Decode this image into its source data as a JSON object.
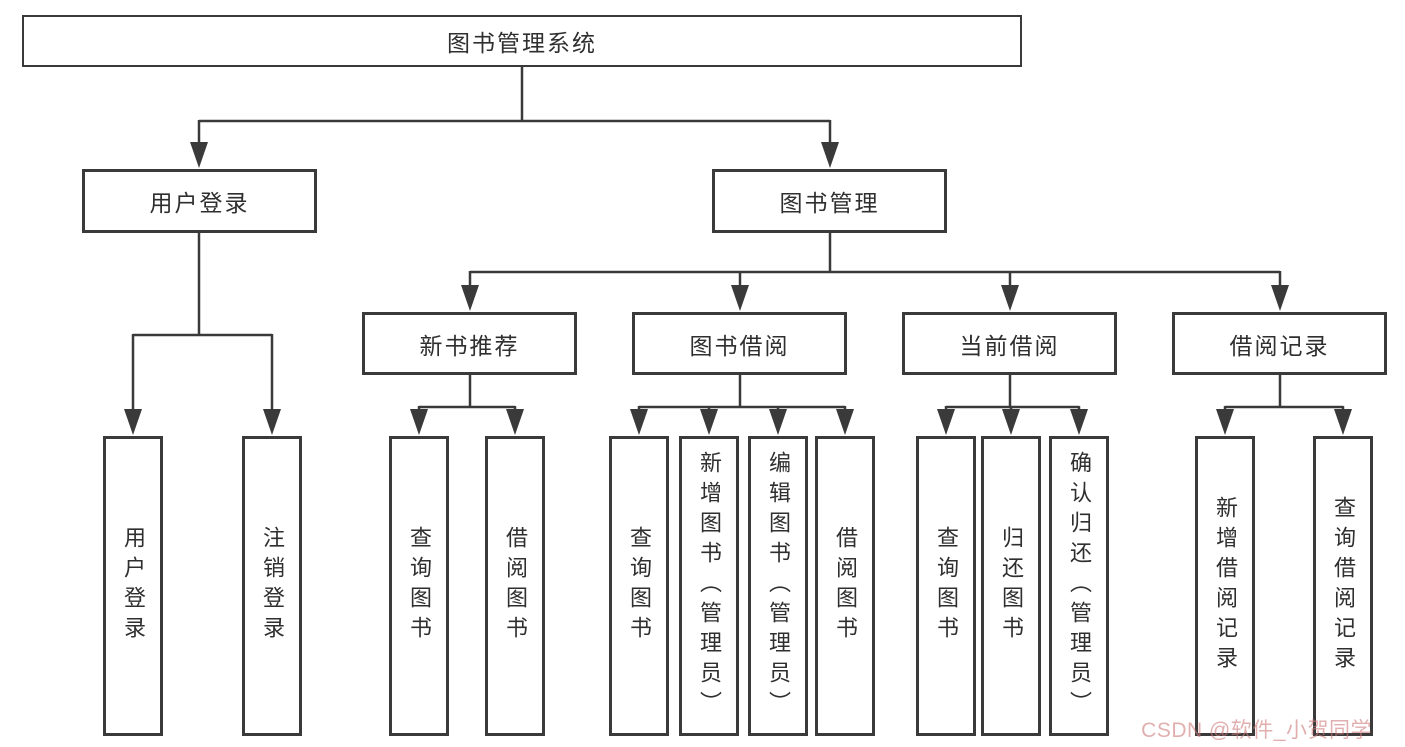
{
  "watermark": "CSDN @软件_小贺同学",
  "colors": {
    "line": "#3a3a3a",
    "box_background": "#ffffff",
    "text": "#2f2f2f",
    "watermark": "#cd7a7a"
  },
  "tree": {
    "label": "图书管理系统",
    "children": [
      {
        "label": "用户登录",
        "children": [
          {
            "label": "用户登录"
          },
          {
            "label": "注销登录"
          }
        ]
      },
      {
        "label": "图书管理",
        "children": [
          {
            "label": "新书推荐",
            "children": [
              {
                "label": "查询图书"
              },
              {
                "label": "借阅图书"
              }
            ]
          },
          {
            "label": "图书借阅",
            "children": [
              {
                "label": "查询图书"
              },
              {
                "label": "新增图书（管理员）"
              },
              {
                "label": "编辑图书（管理员）"
              },
              {
                "label": "借阅图书"
              }
            ]
          },
          {
            "label": "当前借阅",
            "children": [
              {
                "label": "查询图书"
              },
              {
                "label": "归还图书"
              },
              {
                "label": "确认归还（管理员）"
              }
            ]
          },
          {
            "label": "借阅记录",
            "children": [
              {
                "label": "新增借阅记录"
              },
              {
                "label": "查询借阅记录"
              }
            ]
          }
        ]
      }
    ]
  }
}
